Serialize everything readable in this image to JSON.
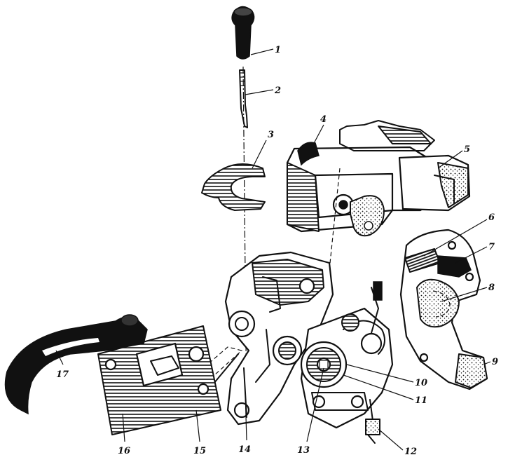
{
  "figure": {
    "callouts": [
      {
        "id": "callout-1",
        "text": "1"
      },
      {
        "id": "callout-2",
        "text": "2"
      },
      {
        "id": "callout-3",
        "text": "3"
      },
      {
        "id": "callout-4",
        "text": "4"
      },
      {
        "id": "callout-5",
        "text": "5"
      },
      {
        "id": "callout-6",
        "text": "6"
      },
      {
        "id": "callout-7",
        "text": "7"
      },
      {
        "id": "callout-8",
        "text": "8"
      },
      {
        "id": "callout-9",
        "text": "9"
      },
      {
        "id": "callout-10",
        "text": "10"
      },
      {
        "id": "callout-11",
        "text": "11"
      },
      {
        "id": "callout-12",
        "text": "12"
      },
      {
        "id": "callout-13",
        "text": "13"
      },
      {
        "id": "callout-14",
        "text": "14"
      },
      {
        "id": "callout-15",
        "text": "15"
      },
      {
        "id": "callout-16",
        "text": "16"
      },
      {
        "id": "callout-17",
        "text": "17"
      }
    ]
  }
}
